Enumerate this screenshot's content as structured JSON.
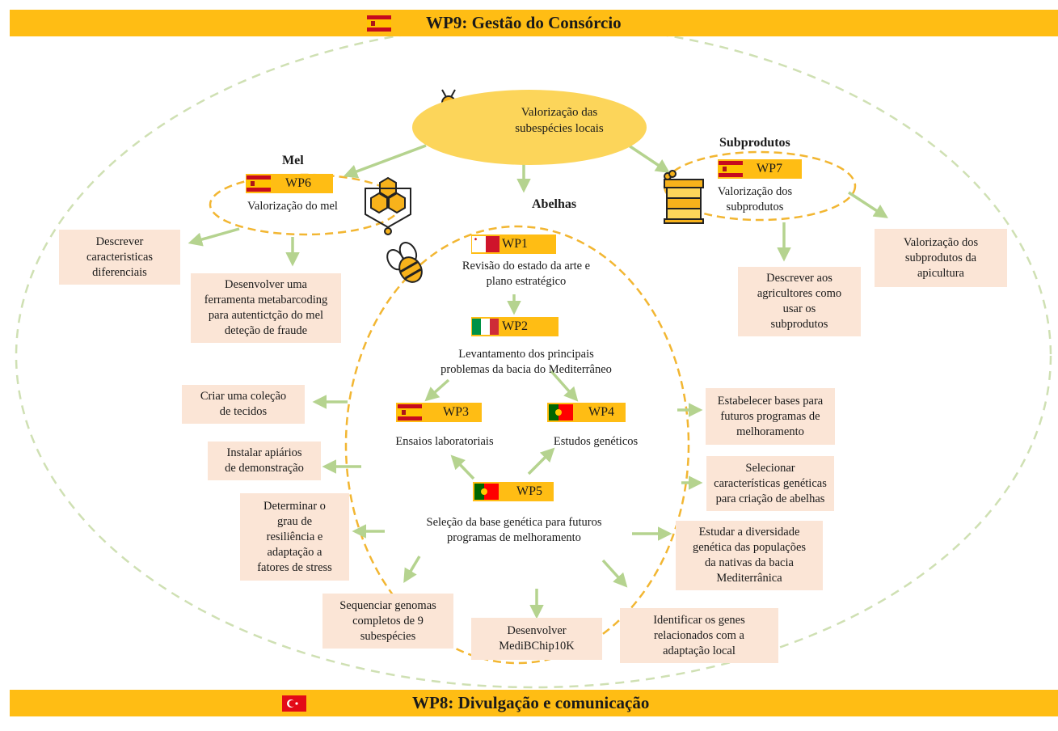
{
  "header": {
    "title": "WP9: Gestão do Consórcio"
  },
  "footer": {
    "title": "WP8: Divulgação e comunicação"
  },
  "center": {
    "text": "Valorização das\nsubespécies locais"
  },
  "honey": {
    "heading": "Mel",
    "wp": "WP6",
    "subtitle": "Valorização do mel"
  },
  "byproducts": {
    "heading": "Subprodutos",
    "wp": "WP7",
    "subtitle": "Valorização dos\nsubprodutos"
  },
  "bees": {
    "heading": "Abelhas"
  },
  "wps": {
    "wp1": {
      "label": "WP1",
      "text": "Revisão do estado da arte e\nplano estratégico"
    },
    "wp2": {
      "label": "WP2",
      "text": "Levantamento dos principais\nproblemas da bacia do Mediterrâneo"
    },
    "wp3": {
      "label": "WP3",
      "text": "Ensaios laboratoriais"
    },
    "wp4": {
      "label": "WP4",
      "text": "Estudos genéticos"
    },
    "wp5": {
      "label": "WP5",
      "text": "Seleção da base genética para futuros\nprogramas de melhoramento"
    }
  },
  "outputs": {
    "descrever_caracteristicas": "Descrever\ncaracteristicas\ndiferenciais",
    "metabarcoding": "Desenvolver uma\nferramenta metabarcoding\npara autentictção do mel\ndeteção de fraude",
    "agricultores": "Descrever aos\nagricultores como\nusar os\nsubprodutos",
    "valorizacao_apicultura": "Valorização dos\nsubprodutos da\napicultura",
    "colecao": "Criar uma coleção\nde tecidos",
    "apiarios": "Instalar apiários\nde demonstração",
    "resiliencia": "Determinar o\ngrau de\nresiliência e\nadaptação a\nfatores de stress",
    "genomas": "Sequenciar genomas\ncompletos de 9\nsubespécies",
    "medibchip": "Desenvolver\nMediBChip10K",
    "genes": "Identificar os genes\nrelacionados com a\nadaptação local",
    "bases": "Estabelecer bases para\nfuturos programas de\nmelhoramento",
    "selecionar": "Selecionar\ncaracterísticas genéticas\npara criação de abelhas",
    "diversidade": "Estudar a diversidade\ngenética das populações\nda nativas da bacia\nMediterrânica"
  },
  "colors": {
    "accent": "#ffbd14",
    "ellipse": "#fcd55a",
    "box": "#fbe5d6",
    "arrow": "#b5d38f",
    "dash": "#cfe0b3"
  },
  "icons": [
    "spain-flag",
    "turkey-flag",
    "malta-flag",
    "italy-flag",
    "portugal-flag",
    "bee-icon",
    "honeycomb-icon",
    "beehive-icon"
  ]
}
